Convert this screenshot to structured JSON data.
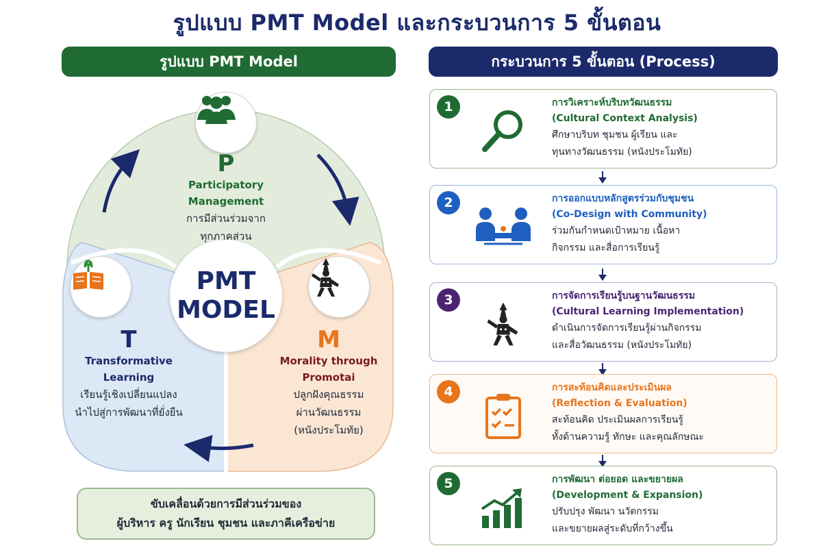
{
  "title": "รูปแบบ PMT Model และกระบวนการ 5 ขั้นตอน",
  "left_header": "รูปแบบ PMT Model",
  "right_header": "กระบวนการ 5 ขั้นตอน (Process)",
  "center": {
    "line1": "PMT",
    "line2": "MODEL"
  },
  "p": {
    "letter": "P",
    "en1": "Participatory",
    "en2": "Management",
    "th1": "การมีส่วนร่วมจาก",
    "th2": "ทุกภาคส่วน",
    "icon": "people-group-icon"
  },
  "t": {
    "letter": "T",
    "en1": "Transformative",
    "en2": "Learning",
    "th1": "เรียนรู้เชิงเปลี่ยนแปลง",
    "th2": "นำไปสู่การพัฒนาที่ยั่งยืน",
    "icon": "book-sprout-icon"
  },
  "m": {
    "letter": "M",
    "en1": "Morality through",
    "en2": "Promotai",
    "th1": "ปลูกฝังคุณธรรม",
    "th2": "ผ่านวัฒนธรรม",
    "th3": "(หนังประโมทัย)",
    "icon": "shadow-puppet-icon"
  },
  "bottom": {
    "line1": "ขับเคลื่อนด้วยการมีส่วนร่วมของ",
    "line2": "ผู้บริหาร ครู นักเรียน ชุมชน และภาคีเครือข่าย"
  },
  "colors": {
    "green": "#1f6b33",
    "navy": "#1b2a6b",
    "blue": "#1f5fbf",
    "purple": "#4a2472",
    "orange": "#e8741c",
    "maroon": "#7a1a1a"
  },
  "steps": [
    {
      "num": "1",
      "title": "การวิเคราะห์บริบทวัฒนธรรม",
      "en": "(Cultural Context Analysis)",
      "desc1": "ศึกษาบริบท ชุมชน ผู้เรียน และ",
      "desc2": "ทุนทางวัฒนธรรม (หนังประโมทัย)",
      "icon": "magnifier-icon"
    },
    {
      "num": "2",
      "title": "การออกแบบหลักสูตรร่วมกับชุมชน",
      "en": "(Co-Design with Community)",
      "desc1": "ร่วมกันกำหนดเป้าหมาย เนื้อหา",
      "desc2": "กิจกรรม และสื่อการเรียนรู้",
      "icon": "collaboration-icon"
    },
    {
      "num": "3",
      "title": "การจัดการเรียนรู้บนฐานวัฒนธรรม",
      "en": "(Cultural Learning Implementation)",
      "desc1": "ดำเนินการจัดการเรียนรู้ผ่านกิจกรรม",
      "desc2": "และสื่อวัฒนธรรม (หนังประโมทัย)",
      "icon": "shadow-puppet-icon"
    },
    {
      "num": "4",
      "title": "การสะท้อนคิดและประเมินผล",
      "en": "(Reflection & Evaluation)",
      "desc1": "สะท้อนคิด ประเมินผลการเรียนรู้",
      "desc2": "ทั้งด้านความรู้ ทักษะ และคุณลักษณะ",
      "icon": "checklist-icon"
    },
    {
      "num": "5",
      "title": "การพัฒนา ต่อยอด และขยายผล",
      "en": "(Development & Expansion)",
      "desc1": "ปรับปรุง พัฒนา นวัตกรรม",
      "desc2": "และขยายผลสู่ระดับที่กว้างขึ้น",
      "icon": "growth-chart-icon"
    }
  ]
}
